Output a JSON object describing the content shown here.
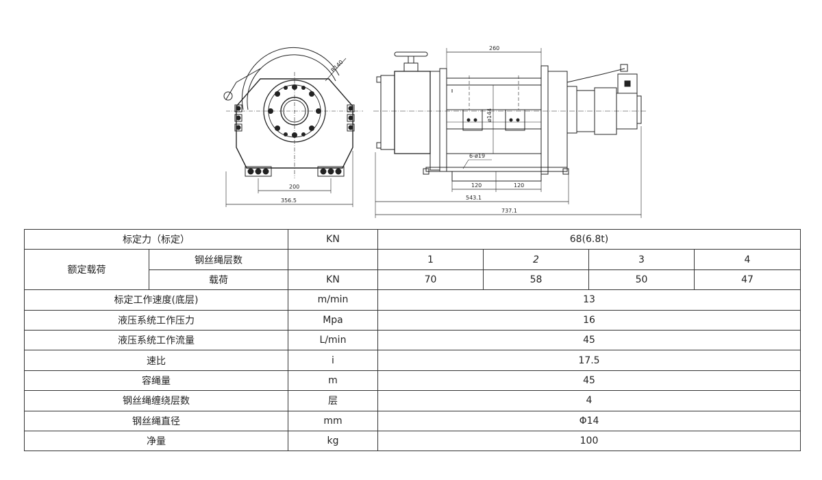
{
  "drawing": {
    "dims": {
      "side_radius": "R140",
      "side_bolt_span": "200",
      "side_width": "356.5",
      "top_drum_length": "260",
      "drum_dia": "ø144",
      "holes": "6-ø19",
      "foot_left": "120",
      "foot_right": "120",
      "base_length": "543.1",
      "overall_length": "737.1"
    }
  },
  "table": {
    "rated_force": {
      "label": "标定力（标定）",
      "unit": "KN",
      "value": "68(6.8t)"
    },
    "rated_load": {
      "label": "额定载荷",
      "layers_label": "钢丝绳层数",
      "layers_unit": "",
      "layers": [
        "1",
        "2",
        "3",
        "4"
      ],
      "load_label": "载荷",
      "load_unit": "KN",
      "loads": [
        "70",
        "58",
        "50",
        "47"
      ]
    },
    "rows": [
      {
        "label": "标定工作速度(底层)",
        "unit": "m/min",
        "value": "13"
      },
      {
        "label": "液压系统工作压力",
        "unit": "Mpa",
        "value": "16"
      },
      {
        "label": "液压系统工作流量",
        "unit": "L/min",
        "value": "45"
      },
      {
        "label": "速比",
        "unit": "i",
        "value": "17.5"
      },
      {
        "label": "容绳量",
        "unit": "m",
        "value": "45"
      },
      {
        "label": "钢丝绳缠绕层数",
        "unit": "层",
        "value": "4"
      },
      {
        "label": "钢丝绳直径",
        "unit": "mm",
        "value": "Φ14"
      },
      {
        "label": "净量",
        "unit": "kg",
        "value": "100"
      }
    ]
  }
}
